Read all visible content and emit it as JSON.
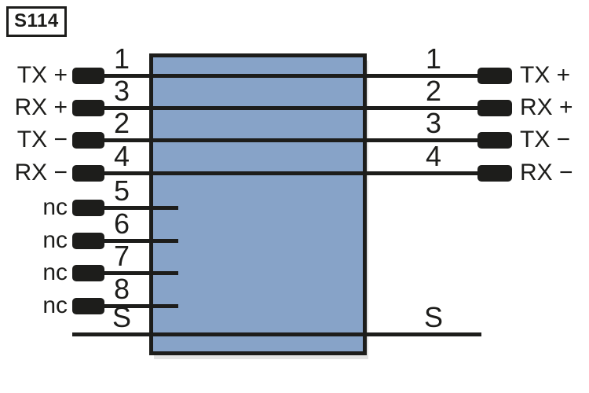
{
  "title": "S114",
  "left_connector": {
    "pins": [
      {
        "signal": "TX +",
        "pin": "1"
      },
      {
        "signal": "RX +",
        "pin": "3"
      },
      {
        "signal": "TX −",
        "pin": "2"
      },
      {
        "signal": "RX −",
        "pin": "4"
      },
      {
        "signal": "nc",
        "pin": "5"
      },
      {
        "signal": "nc",
        "pin": "6"
      },
      {
        "signal": "nc",
        "pin": "7"
      },
      {
        "signal": "nc",
        "pin": "8"
      }
    ],
    "shield_label": "S"
  },
  "right_connector": {
    "pins": [
      {
        "signal": "TX +",
        "pin": "1"
      },
      {
        "signal": "RX +",
        "pin": "2"
      },
      {
        "signal": "TX −",
        "pin": "3"
      },
      {
        "signal": "RX −",
        "pin": "4"
      }
    ],
    "shield_label": "S"
  },
  "colors": {
    "wire": "#1d1d1b",
    "cable_box_fill": "#87a3c8",
    "cable_box_border": "#1d1d1b",
    "pad": "#1d1d1b",
    "background": "#ffffff"
  }
}
